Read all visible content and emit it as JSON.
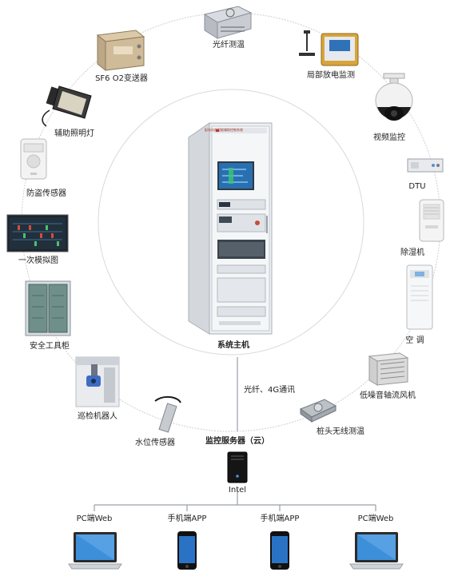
{
  "devices": {
    "fiber_temp": "光纤测温",
    "sf6": "SF6 O2变送器",
    "partial_discharge": "局部放电监测",
    "aux_light": "辅助照明灯",
    "video": "视频监控",
    "burglar": "防盗传感器",
    "dtu": "DTU",
    "single_line": "一次模拟图",
    "dehumidifier": "除湿机",
    "tool_cabinet": "安全工具柜",
    "aircon": "空  调",
    "fan": "低噪音轴流风机",
    "robot": "巡检机器人",
    "water_level": "水位传感器",
    "pile_temp": "桩头无线测温"
  },
  "center": {
    "host_label": "系统主机",
    "cabinet_header": "配电站房智能辅助控制系统"
  },
  "link_label": "光纤、4G通讯",
  "server": {
    "label": "监控服务器（云）",
    "cpu": "Intel"
  },
  "clients": [
    {
      "label": "PC端Web"
    },
    {
      "label": "手机端APP"
    },
    {
      "label": "手机端APP"
    },
    {
      "label": "PC端Web"
    }
  ],
  "colors": {
    "ring": "#cfcfcf",
    "cabinet": "#e9ecef",
    "cabinet_edge": "#a9b0b7",
    "screen": "#2a6fb0",
    "line": "#9aa0a6"
  }
}
